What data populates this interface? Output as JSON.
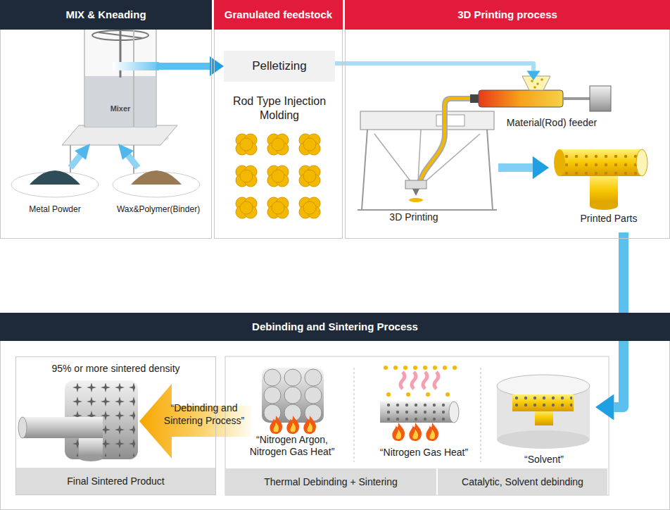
{
  "diagram": {
    "nodes": [
      {
        "text": [
          "MIX & Kneading"
        ]
      },
      {
        "text": [
          "Mixer"
        ],
        "in": 0
      },
      {
        "text": [
          "Granulated feedstock"
        ]
      },
      {
        "text": [
          "Pelletizing"
        ],
        "in": 2
      },
      {
        "text": [
          "3D Printing process"
        ]
      },
      {
        "text": [
          "Material(Rod) feeder"
        ],
        "in": 4
      },
      {
        "text": [
          "3D Printing"
        ],
        "in": 4
      },
      {
        "text": [
          "Printed Parts"
        ],
        "in": 4
      },
      {
        "text": [
          "Debinding and Sintering Process"
        ]
      },
      {
        "text": [
          "95% or more sintered density",
          "Final Sintered Product"
        ],
        "in": 8
      },
      {
        "text": [
          "Thermal Debinding + Sintering",
          "Catalytic, Solvent debinding"
        ],
        "in": 8
      },
      {
        "text": [
          "“Nitrogen Argon, Nitrogen Gas Heat”"
        ],
        "in": 10
      },
      {
        "text": [
          "“Nitrogen Gas Heat”"
        ],
        "in": 10
      },
      {
        "text": [
          "“Solvent”"
        ],
        "in": 10
      }
    ],
    "edges": [
      {
        "from": 1,
        "to": 3,
        "arrow": "to"
      },
      {
        "from": 3,
        "to": 5,
        "arrow": "to"
      },
      {
        "from": 6,
        "to": 7,
        "arrow": "to"
      },
      {
        "from": 7,
        "to": 13,
        "arrow": "to"
      }
    ],
    "labels": [
      "Metal Powder",
      "Wax&Polymer(Binder)",
      "Rod Type Injection Molding",
      "“Debinding and Sintering Process”"
    ]
  }
}
